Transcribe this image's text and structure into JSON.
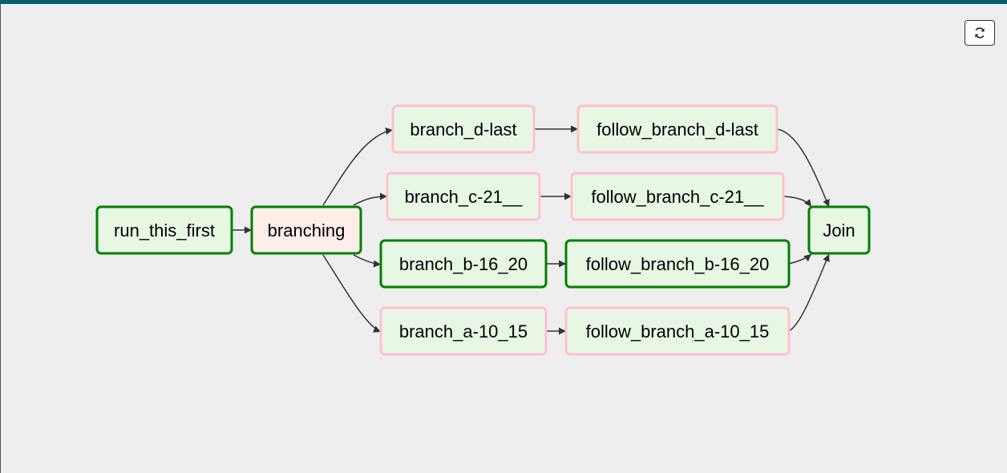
{
  "toolbar": {
    "refresh_icon": "refresh-icon"
  },
  "colors": {
    "success_border": "#008000",
    "skipped_border": "#ffc0cb",
    "success_fill": "#e8f7e4",
    "branch_fill": "#fdeeea",
    "edge": "#333333"
  },
  "nodes": [
    {
      "id": "run_this_first",
      "label": "run_this_first",
      "state": "success"
    },
    {
      "id": "branching",
      "label": "branching",
      "state": "success-branch"
    },
    {
      "id": "branch_d-last",
      "label": "branch_d-last",
      "state": "skipped"
    },
    {
      "id": "branch_c-21__",
      "label": "branch_c-21__",
      "state": "skipped"
    },
    {
      "id": "branch_b-16_20",
      "label": "branch_b-16_20",
      "state": "success"
    },
    {
      "id": "branch_a-10_15",
      "label": "branch_a-10_15",
      "state": "skipped"
    },
    {
      "id": "follow_branch_d-last",
      "label": "follow_branch_d-last",
      "state": "skipped"
    },
    {
      "id": "follow_branch_c-21__",
      "label": "follow_branch_c-21__",
      "state": "skipped"
    },
    {
      "id": "follow_branch_b-16_20",
      "label": "follow_branch_b-16_20",
      "state": "success"
    },
    {
      "id": "follow_branch_a-10_15",
      "label": "follow_branch_a-10_15",
      "state": "skipped"
    },
    {
      "id": "Join",
      "label": "Join",
      "state": "success"
    }
  ],
  "edges": [
    [
      "run_this_first",
      "branching"
    ],
    [
      "branching",
      "branch_d-last"
    ],
    [
      "branching",
      "branch_c-21__"
    ],
    [
      "branching",
      "branch_b-16_20"
    ],
    [
      "branching",
      "branch_a-10_15"
    ],
    [
      "branch_d-last",
      "follow_branch_d-last"
    ],
    [
      "branch_c-21__",
      "follow_branch_c-21__"
    ],
    [
      "branch_b-16_20",
      "follow_branch_b-16_20"
    ],
    [
      "branch_a-10_15",
      "follow_branch_a-10_15"
    ],
    [
      "follow_branch_d-last",
      "Join"
    ],
    [
      "follow_branch_c-21__",
      "Join"
    ],
    [
      "follow_branch_b-16_20",
      "Join"
    ],
    [
      "follow_branch_a-10_15",
      "Join"
    ]
  ]
}
